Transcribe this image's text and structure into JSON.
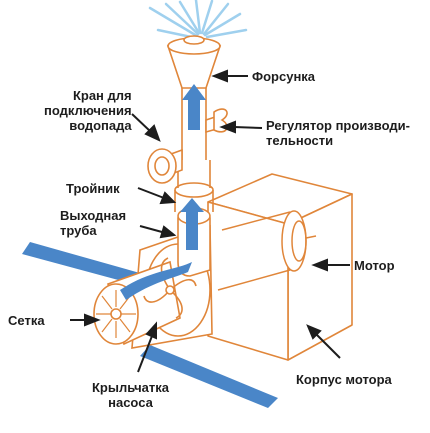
{
  "diagram": {
    "labels": {
      "kran": [
        "Кран для",
        "подключения",
        "водопада"
      ],
      "forsunka": "Форсунка",
      "regulyator": [
        "Регулятор производи-",
        "тельности"
      ],
      "troynik": "Тройник",
      "vyhodnaya": [
        "Выходная",
        "труба"
      ],
      "motor": "Мотор",
      "setka": "Сетка",
      "korpus": "Корпус мотора",
      "krylchatka": [
        "Крыльчатка",
        "насоса"
      ]
    },
    "colors": {
      "outline": "#e0863a",
      "flow": "#4a86c8",
      "water": "#9fd0ee",
      "ink": "#1d1d1d",
      "background": "#ffffff"
    }
  }
}
